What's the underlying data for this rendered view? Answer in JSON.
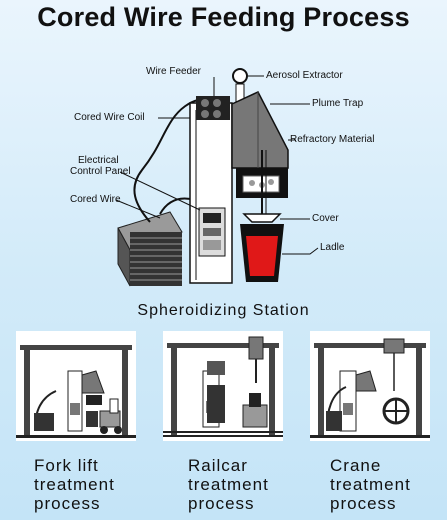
{
  "title": "Cored Wire Feeding Process",
  "labels": {
    "wire_feeder": "Wire Feeder",
    "aerosol_extractor": "Aerosol Extractor",
    "cored_wire_coil": "Cored Wire Coil",
    "plume_trap": "Plume Trap",
    "refractory_material": "Refractory Material",
    "electrical_control_panel_1": "Electrical",
    "electrical_control_panel_2": "Control Panel",
    "cored_wire": "Cored Wire",
    "cover": "Cover",
    "ladle": "Ladle"
  },
  "station_label": "Spheroidizing Station",
  "processes": [
    {
      "line1": "Fork lift",
      "line2": "treatment",
      "line3": "process"
    },
    {
      "line1": "Railcar",
      "line2": "treatment",
      "line3": "process"
    },
    {
      "line1": "Crane",
      "line2": "treatment",
      "line3": "process"
    }
  ],
  "colors": {
    "molten_metal": "#e01818",
    "background": "#d3ebf9"
  }
}
